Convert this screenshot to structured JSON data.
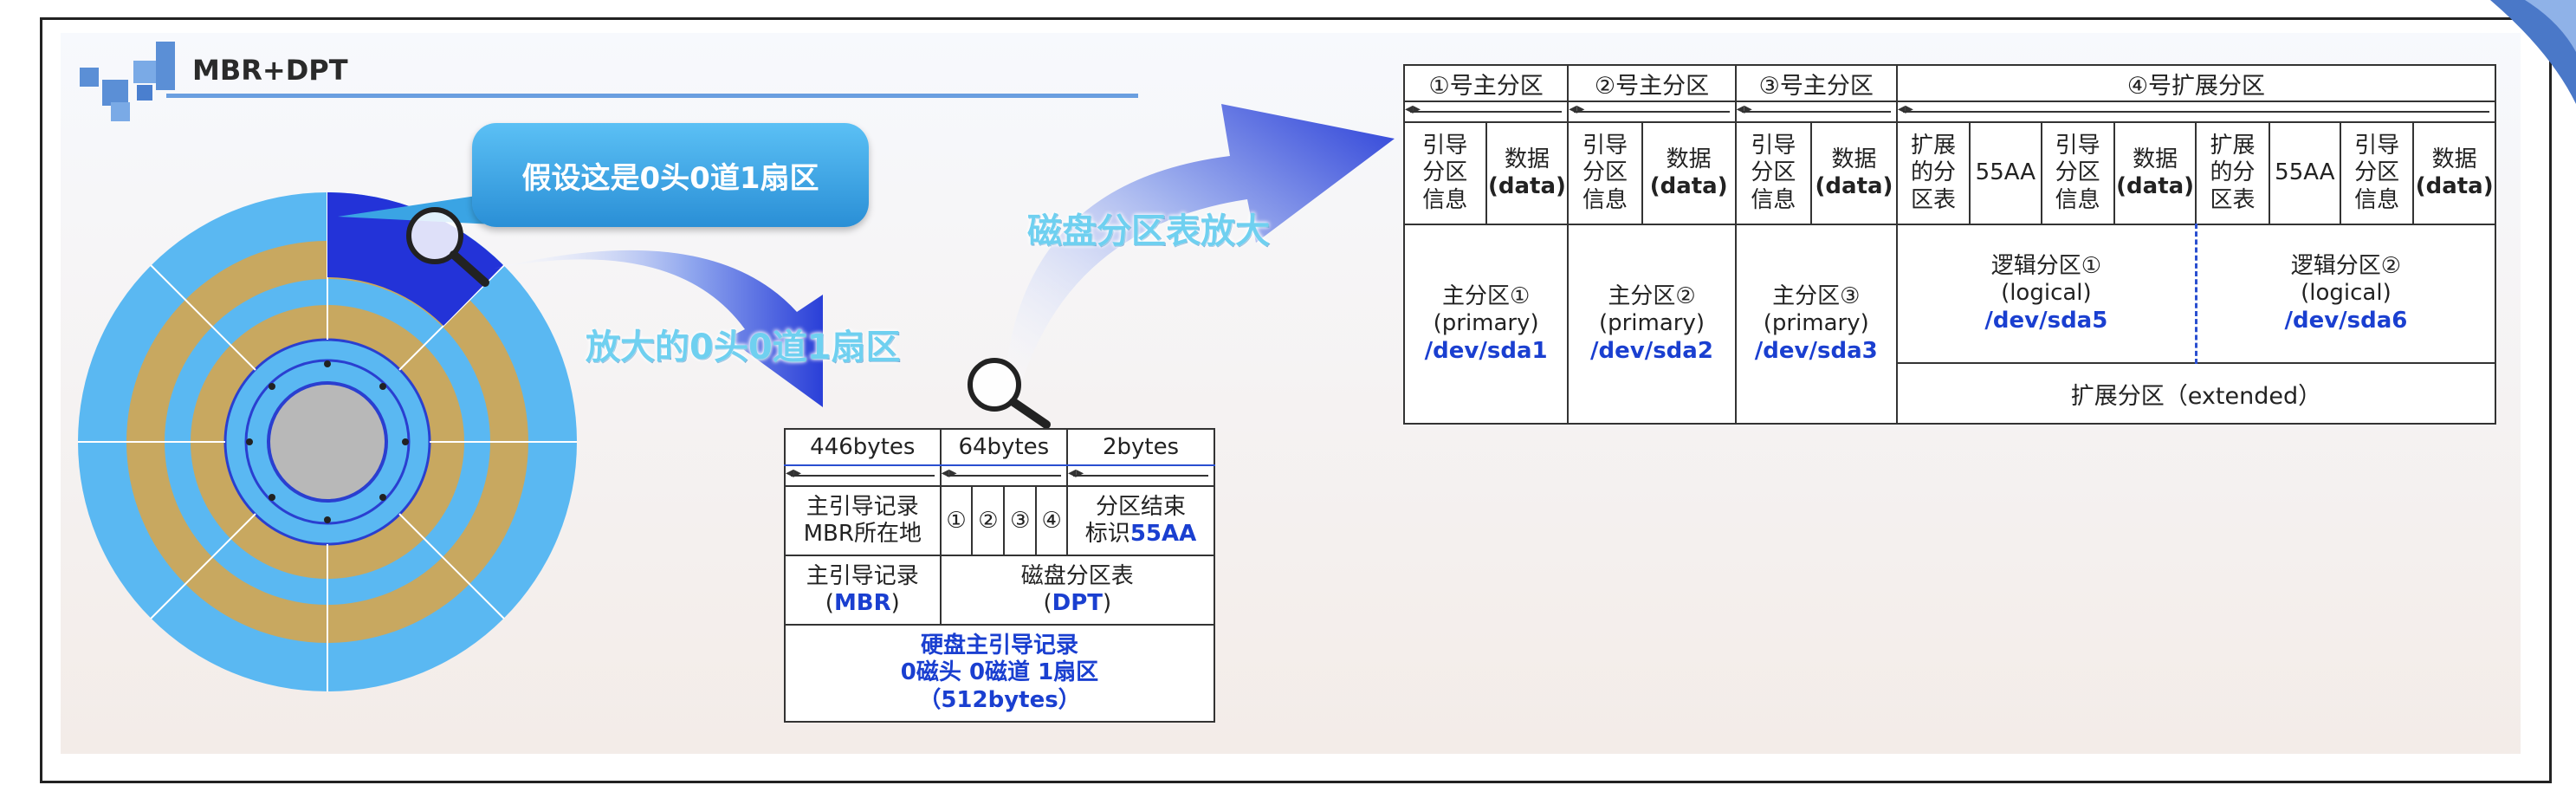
{
  "header": {
    "title": "MBR+DPT"
  },
  "disk": {
    "callout": "假设这是0头0道1扇区",
    "zoom_label": "放大的0头0道1扇区"
  },
  "dpt_zoom_label": "磁盘分区表放大",
  "mbr_table": {
    "sizes": [
      "446bytes",
      "64bytes",
      "2bytes"
    ],
    "row1_left": "主引导记录MBR所在地",
    "row1_entries": [
      "①",
      "②",
      "③",
      "④"
    ],
    "row1_right_line1": "分区结束",
    "row1_right_prefix": "标识",
    "row1_right_value": "55AA",
    "row2_left_line1": "主引导记录",
    "row2_left_open": "(",
    "row2_left_value": "MBR",
    "row2_left_close": ")",
    "row2_right_line1": "磁盘分区表",
    "row2_right_open": "(",
    "row2_right_value": "DPT",
    "row2_right_close": ")",
    "footer_line1": "硬盘主引导记录",
    "footer_line2": "0磁头 0磁道 1扇区",
    "footer_line3": "（512bytes）"
  },
  "partition_table": {
    "headers": [
      "①号主分区",
      "②号主分区",
      "③号主分区",
      "④号扩展分区"
    ],
    "boot_info": "引导分区信息",
    "data_label": "数据",
    "data_en": "(data)",
    "ext_table": "扩展的分区表",
    "signature": "55AA",
    "primaries": [
      {
        "name": "主分区①",
        "type": "(primary)",
        "dev": "/dev/sda1"
      },
      {
        "name": "主分区②",
        "type": "(primary)",
        "dev": "/dev/sda2"
      },
      {
        "name": "主分区③",
        "type": "(primary)",
        "dev": "/dev/sda3"
      }
    ],
    "logicals": [
      {
        "name": "逻辑分区①",
        "type": "(logical)",
        "dev": "/dev/sda5"
      },
      {
        "name": "逻辑分区②",
        "type": "(logical)",
        "dev": "/dev/sda6"
      }
    ],
    "extended_label": "扩展分区（extended）"
  },
  "colors": {
    "accent_blue": "#1a3fd0",
    "disk_light": "#5ab8f2",
    "disk_gold": "#c8a860",
    "disk_dark": "#2a3fd0",
    "hub_gray": "#b8b8b8"
  }
}
